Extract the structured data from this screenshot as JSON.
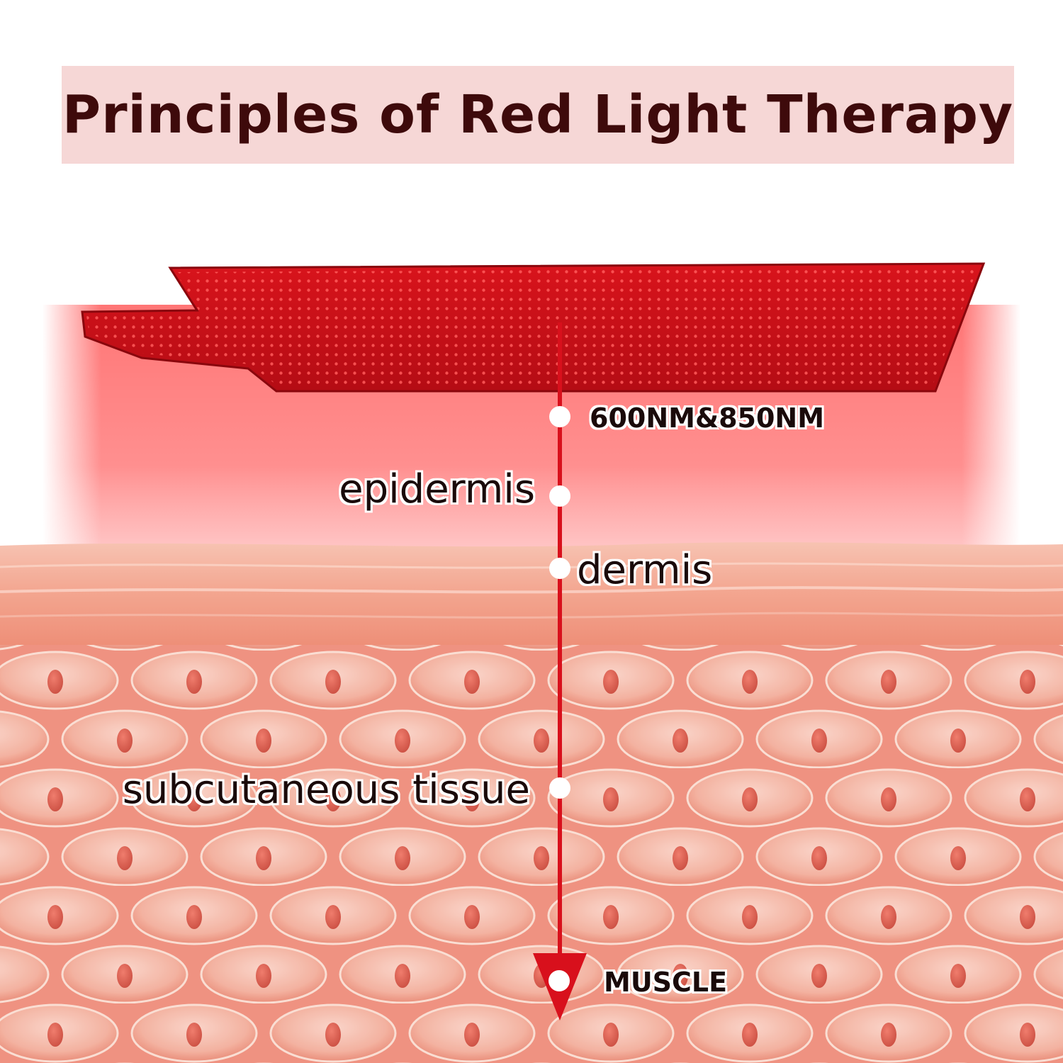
{
  "title": "Principles of Red Light Therapy",
  "layers": {
    "wavelength": "600NM&850NM",
    "epidermis": "epidermis",
    "dermis": "dermis",
    "subcutaneous": "subcutaneous tissue",
    "muscle": "MUSCLE"
  },
  "colors": {
    "title_bg": "#f6d7d6",
    "title_text": "#3e0a0b",
    "panel_red": "#c8101a",
    "beam_red": "#ff7a7a",
    "arrow_red": "#d8101c",
    "skin": "#f2a08e"
  }
}
